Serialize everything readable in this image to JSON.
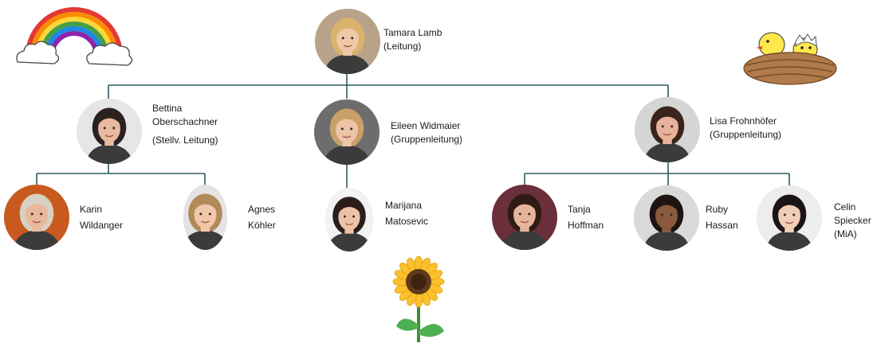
{
  "people": [
    {
      "id": "tamara",
      "lines": [
        "Tamara Lamb",
        "(Leitung)"
      ],
      "hair": "#d9b36c",
      "skin": "#f0c8a8",
      "bg": "#b8a38a"
    },
    {
      "id": "bettina",
      "lines": [
        "Bettina",
        "Oberschachner",
        "",
        "(Stellv. Leitung)"
      ],
      "hair": "#2b2220",
      "skin": "#e9b9a0",
      "bg": "#e6e6e6"
    },
    {
      "id": "eileen",
      "lines": [
        "Eileen Widmaier",
        "(Gruppenleitung)"
      ],
      "hair": "#c9a06a",
      "skin": "#eec4a6",
      "bg": "#6d6d6d"
    },
    {
      "id": "lisa",
      "lines": [
        "Lisa Frohnhöfer",
        "(Gruppenleitung)"
      ],
      "hair": "#3a241c",
      "skin": "#e6b39a",
      "bg": "#d5d5d5"
    },
    {
      "id": "karin",
      "lines": [
        "Karin",
        "Wildanger"
      ],
      "hair": "#d8d0c2",
      "skin": "#e9b79a",
      "bg": "#c85a1f"
    },
    {
      "id": "agnes",
      "lines": [
        "Agnes",
        "Köhler"
      ],
      "hair": "#b08a58",
      "skin": "#f0c7aa",
      "bg": "#e4e4e4"
    },
    {
      "id": "marijana",
      "lines": [
        "Marijana",
        "Matosevic"
      ],
      "hair": "#2a1d1a",
      "skin": "#edc3a7",
      "bg": "#f2f2f2"
    },
    {
      "id": "tanja",
      "lines": [
        "Tanja",
        "Hoffman"
      ],
      "hair": "#2f1b16",
      "skin": "#e6b49c",
      "bg": "#6a2f3a"
    },
    {
      "id": "ruby",
      "lines": [
        "Ruby",
        "Hassan"
      ],
      "hair": "#1d1512",
      "skin": "#8a5a3e",
      "bg": "#d9d9d9"
    },
    {
      "id": "celin",
      "lines": [
        "Celin",
        "Spiecker",
        "(MiA)"
      ],
      "hair": "#1b1615",
      "skin": "#f0cdb6",
      "bg": "#ededed"
    }
  ],
  "colors": {
    "line": "#2f5b63",
    "rainbow": [
      "#e53935",
      "#fb8c00",
      "#fdd835",
      "#43a047",
      "#1e88e5",
      "#8e24aa"
    ]
  },
  "decorations": [
    "rainbow-with-clouds",
    "chicks-in-nest",
    "sunflower"
  ]
}
